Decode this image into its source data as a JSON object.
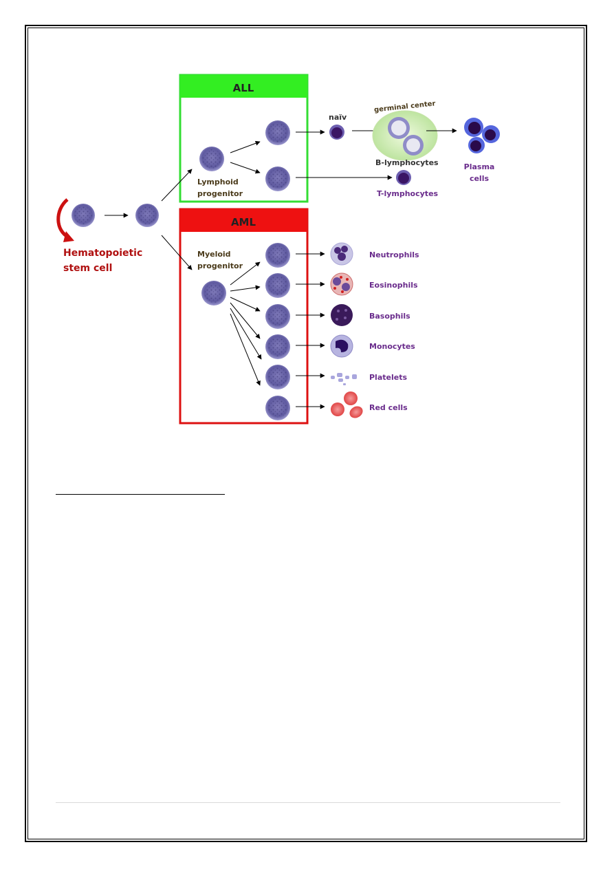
{
  "diagram": {
    "all_label": "ALL",
    "aml_label": "AML",
    "stem_cell_label_line1": "Hematopoietic",
    "stem_cell_label_line2": "stem cell",
    "lymphoid_label_line1": "Lymphoid",
    "lymphoid_label_line2": "progenitor",
    "myeloid_label_line1": "Myeloid",
    "myeloid_label_line2": "progenitor",
    "naive_label": "naïv",
    "germinal_center_label": "germinal center",
    "b_lymphocytes_label": "B-lymphocytes",
    "t_lymphocytes_label": "T-lymphocytes",
    "plasma_cells_line1": "Plasma",
    "plasma_cells_line2": "cells",
    "myeloid_outputs": [
      "Neutrophils",
      "Eosinophils",
      "Basophils",
      "Monocytes",
      "Platelets",
      "Red cells"
    ]
  },
  "colors": {
    "all_box": "#33dd33",
    "aml_box": "#ee1111",
    "stem_cell_text": "#b01010",
    "cell_label_text": "#6a2c8c",
    "progenitor_text": "#4a3a1a",
    "germinal_center_fill": "#d6f0b8"
  }
}
